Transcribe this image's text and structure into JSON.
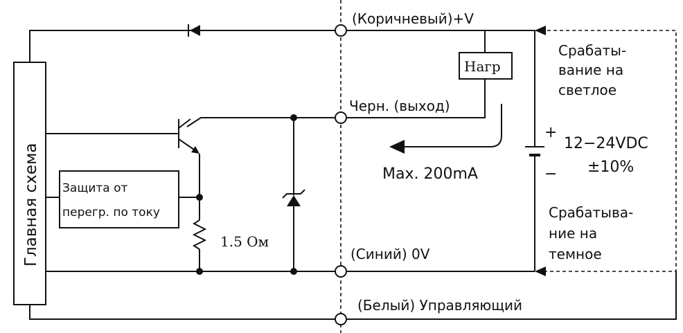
{
  "diagram": {
    "main_block_label": "Главная схема",
    "protection_block": {
      "line1": "Защита от",
      "line2": "перегр. по току"
    },
    "resistor_label": "1.5 Ом",
    "load_label": "Нагр",
    "terminals": {
      "brown": "(Коричневый)+V",
      "black": "Черн. (выход)",
      "blue": "(Синий) 0V",
      "white": "(Белый) Управляющий"
    },
    "max_current": "Max. 200mA",
    "supply": {
      "plus": "+",
      "minus": "−",
      "voltage": "12−24VDC",
      "tolerance": "±10%"
    },
    "light_on": {
      "line1": "Срабаты-",
      "line2": "вание на",
      "line3": "светлое"
    },
    "dark_on": {
      "line1": "Срабатыва-",
      "line2": "ние на",
      "line3": "темное"
    }
  }
}
